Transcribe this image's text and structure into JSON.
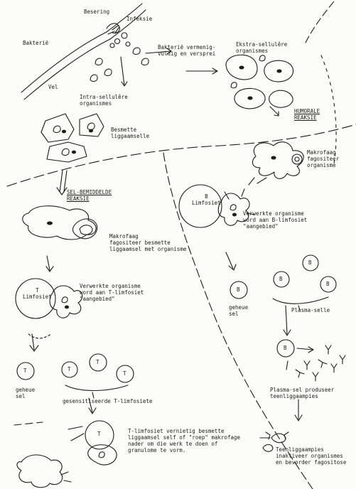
{
  "colors": {
    "ink": "#1c1c1c",
    "paper": "#fbfbf8"
  },
  "labels": {
    "besering": "Besering",
    "infeksie": "Infeksie",
    "bakterie": "Bakterië",
    "vel": "Vel",
    "bakterie_vermenig": "Bakterië vermenig-\nvuldig en versprei",
    "ekstra": "Ekstra-sellulêre\norganismes",
    "intra": "Intra-sellulêre\norganismes",
    "besmette_liggaamselle": "Besmette\nliggaamselle",
    "humorale": "HUMORALE\nREAKSIE",
    "makrofaag_org": "Makrofaag\nfagositeer\norganisme",
    "sel_bemiddelde": "SEL-BEMIDDELDE\nREAKSIE",
    "b_limfosiet": "B\nLimfosiet",
    "verwerkte_b": "Verwerkte organisme\nword aan B-limfosiet\n\"aangebied\"",
    "makrofaag_besmette": "Makrofaag\nfagositeer besmette\nliggaamsel met organisme",
    "t_limfosiet": "T\nLimfosiet",
    "verwerkte_t": "Verwerkte organisme\nword aan T-limfosiet\n\"aangebied\"",
    "geheue_sel_b": "geheue\nsel",
    "plasma_selle": "Plasma-selle",
    "geheue_sel_t": "geheue\nsel",
    "gesensitiseerde": "gesensitiseerde T-limfosiete",
    "plasma_produseer": "Plasma-sel produseer\nteenliggaampies",
    "t_vernietig": "T-limfosiet vernietig besmette\nliggaamsel self of \"roep\" makrofage\nnader om die werk te doen of\ngranulome te vorm.",
    "teenliggaampies": "Teenliggaampies\ninaktiveer organismes\nen bevorder fagositose"
  },
  "cell_letters": {
    "b": "B",
    "t": "T"
  }
}
